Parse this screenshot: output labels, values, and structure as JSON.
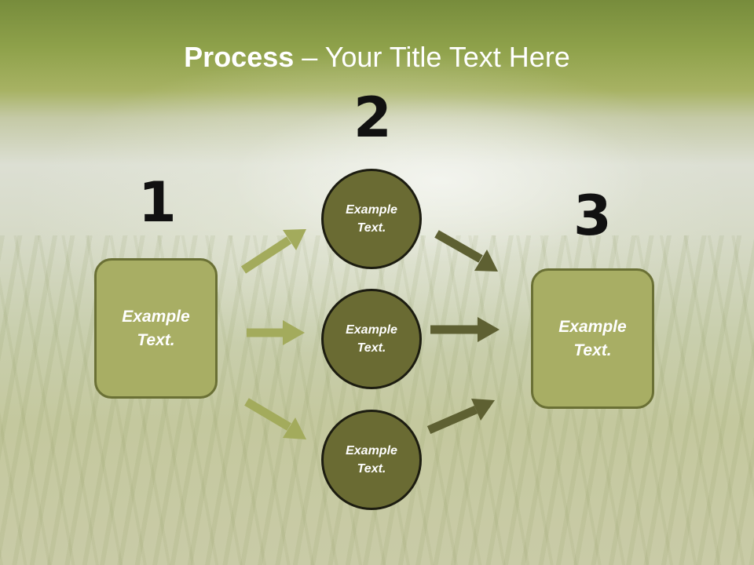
{
  "title": {
    "bold": "Process",
    "rest": " – Your Title Text Here"
  },
  "steps": {
    "n1": "1",
    "n2": "2",
    "n3": "3"
  },
  "left_box": {
    "line1": "Example",
    "line2": "Text."
  },
  "circles": [
    {
      "line1": "Example",
      "line2": "Text."
    },
    {
      "line1": "Example",
      "line2": "Text."
    },
    {
      "line1": "Example",
      "line2": "Text."
    }
  ],
  "right_box": {
    "line1": "Example",
    "line2": "Text."
  },
  "colors": {
    "box_fill": "#a8ae64",
    "circle_fill": "#6a6b33",
    "arrow_light": "#a3ab5c",
    "arrow_dark": "#5e6032"
  }
}
